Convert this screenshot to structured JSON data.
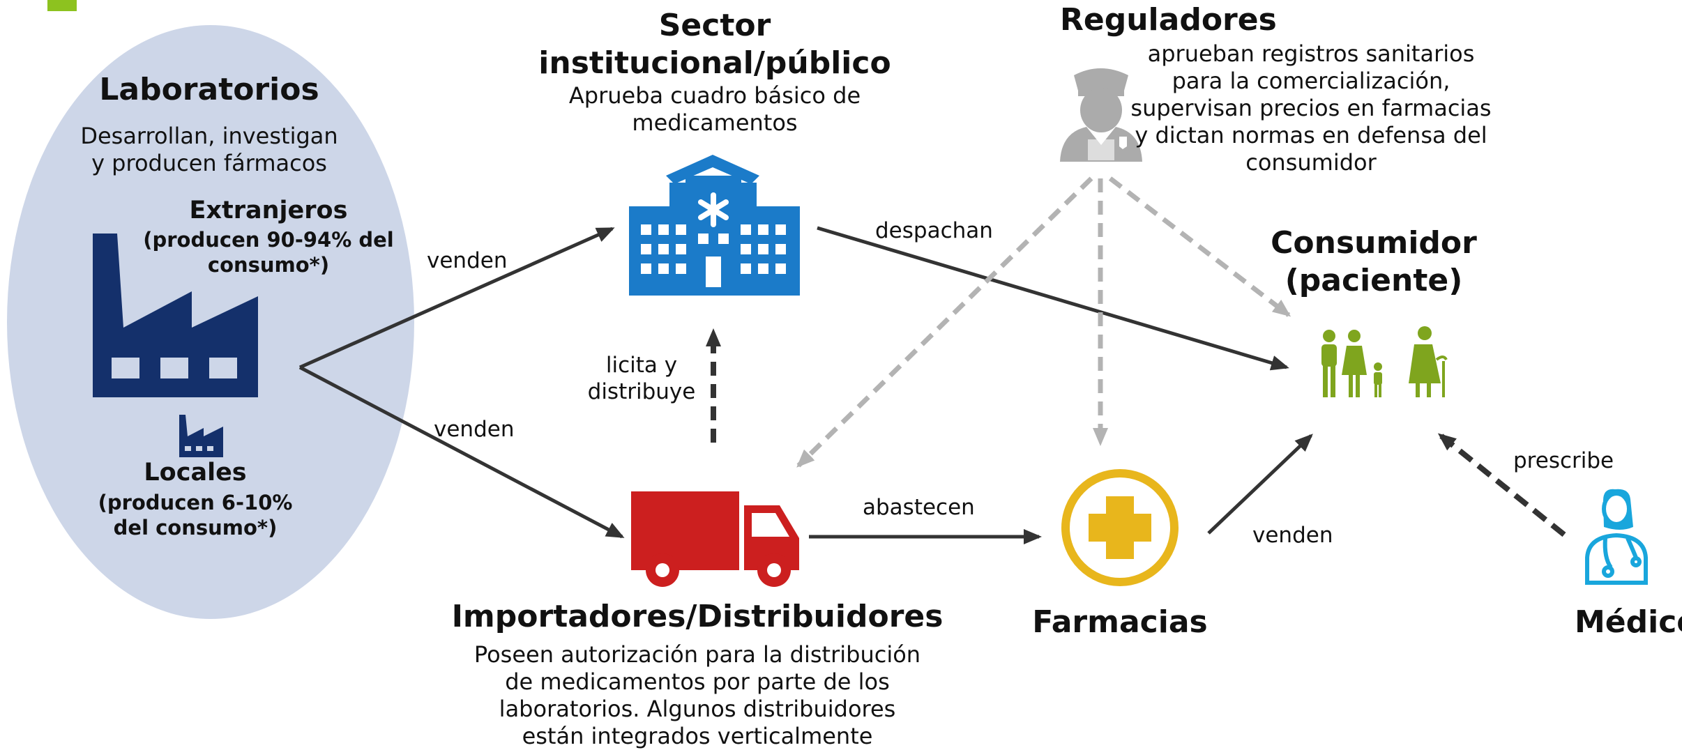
{
  "colors": {
    "corner_accent": "#8dc21f",
    "lab_ellipse": "#cdd6e8",
    "factory": "#14306b",
    "hospital": "#1b7bc9",
    "truck": "#cc1f1f",
    "pharmacy": "#e8b61c",
    "regulator": "#ababab",
    "consumer": "#7fa51e",
    "doctor": "#19a6dc",
    "arrow_solid": "#333333",
    "arrow_dashed_gray": "#b3b3b3"
  },
  "laboratorios": {
    "title": "Laboratorios",
    "description_line1": "Desarrollan, investigan",
    "description_line2": "y producen fármacos",
    "extranjeros": {
      "title": "Extranjeros",
      "line1": "(producen 90-94% del",
      "line2": "consumo*)"
    },
    "locales": {
      "title": "Locales",
      "line1": "(producen 6-10%",
      "line2": "del consumo*)"
    },
    "icons": [
      "factory-large-icon",
      "factory-small-icon"
    ]
  },
  "sector_publico": {
    "title_line1": "Sector",
    "title_line2": "institucional/público",
    "description_line1": "Aprueba cuadro básico de",
    "description_line2": "medicamentos",
    "icon": "hospital-icon"
  },
  "reguladores": {
    "title": "Reguladores",
    "description": [
      "aprueban registros sanitarios",
      "para la comercialización,",
      "supervisan precios en farmacias",
      "y dictan normas en defensa del",
      "consumidor"
    ],
    "icon": "police-officer-icon"
  },
  "consumidor": {
    "title_line1": "Consumidor",
    "title_line2": "(paciente)",
    "icon": "family-icon"
  },
  "importadores": {
    "title": "Importadores/Distribuidores",
    "description": [
      "Poseen autorización para la distribución",
      "de medicamentos por parte de los",
      "laboratorios. Algunos distribuidores",
      "están integrados verticalmente"
    ],
    "icon": "truck-icon"
  },
  "farmacias": {
    "title": "Farmacias",
    "icon": "pharmacy-cross-icon"
  },
  "medico": {
    "title": "Médico",
    "icon": "doctor-icon"
  },
  "edges": {
    "lab_to_sector": "venden",
    "lab_to_importadores": "venden",
    "importadores_to_sector_line1": "licita y",
    "importadores_to_sector_line2": "distribuye",
    "sector_to_consumidor": "despachan",
    "importadores_to_farmacias": "abastecen",
    "farmacias_to_consumidor": "venden",
    "medico_to_consumidor": "prescribe"
  }
}
